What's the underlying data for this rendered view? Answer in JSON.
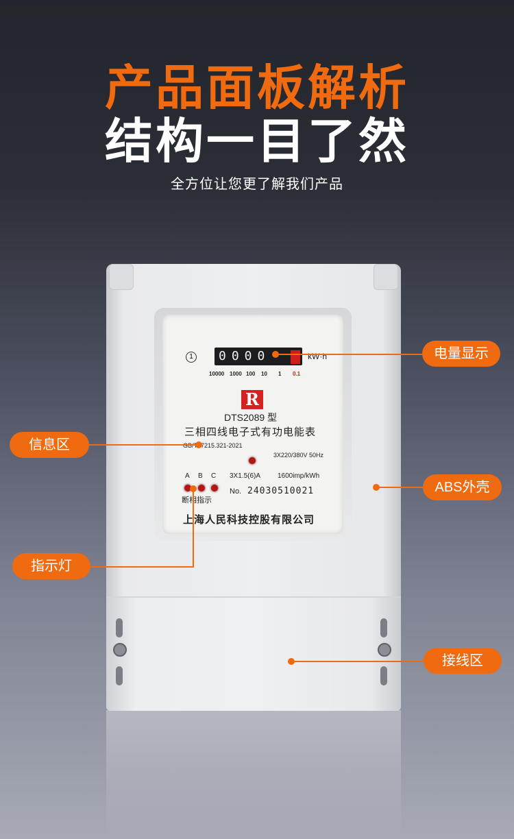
{
  "header": {
    "title": "产品面板解析",
    "subtitle": "结构一目了然",
    "tagline": "全方位让您更了解我们产品"
  },
  "meter": {
    "counter_digits": "0000",
    "counter_unit": "kW·h",
    "circle_mark": "1",
    "dial_scale": [
      "10000",
      "1000",
      "100",
      "10",
      "1",
      "0.1"
    ],
    "model": "DTS2089 型",
    "name": "三相四线电子式有功电能表",
    "standard": "GB/T17215.321-2021",
    "rating_voltage": "3X220/380V 50Hz",
    "rating_current": "3X1.5(6)A",
    "impulse": "1600imp/kWh",
    "phase_labels": [
      "A",
      "B",
      "C"
    ],
    "indicator_label": "断相指示",
    "serial_prefix": "No.",
    "serial_number": "24030510021",
    "manufacturer": "上海人民科技控股有限公司",
    "logo_letter": "R"
  },
  "callouts": {
    "display": "电量显示",
    "info": "信息区",
    "shell": "ABS外壳",
    "indicator": "指示灯",
    "terminal": "接线区"
  },
  "colors": {
    "accent": "#f06a10",
    "title_orange": "#f06a10",
    "led_red": "#b31616"
  }
}
